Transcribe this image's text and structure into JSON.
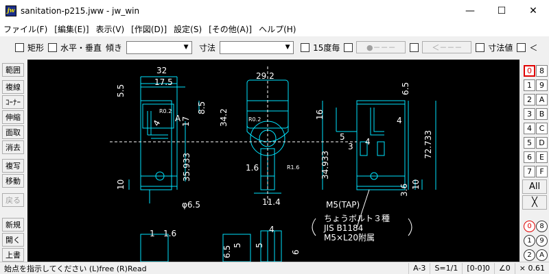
{
  "window": {
    "title": "sanitation-p215.jww - jw_win",
    "icon_text": "jw",
    "controls": {
      "minimize": "—",
      "maximize": "☐",
      "close": "✕"
    }
  },
  "menu": [
    "ファイル(F)",
    "[編集(E)]",
    "表示(V)",
    "[作図(D)]",
    "設定(S)",
    "[その他(A)]",
    "ヘルプ(H)"
  ],
  "toolbar": {
    "rect_label": "矩形",
    "hv_label": "水平・垂直",
    "tilt_label": "傾き",
    "dim_label": "寸法",
    "deg15_label": "15度毎",
    "disabled_btn1": "●－－－",
    "disabled_btn2": "＜－－－",
    "dimval_label": "寸法値",
    "lt_label": "＜"
  },
  "left_tools": [
    {
      "label": "範囲",
      "disabled": false
    },
    {
      "label": "複線",
      "disabled": false
    },
    {
      "label": "ｺｰﾅｰ",
      "disabled": false
    },
    {
      "label": "伸縮",
      "disabled": false
    },
    {
      "label": "面取",
      "disabled": false
    },
    {
      "label": "消去",
      "disabled": false
    },
    {
      "label": "複写",
      "disabled": false
    },
    {
      "label": "移動",
      "disabled": false
    },
    {
      "label": "戻る",
      "disabled": true
    },
    {
      "label": "新規",
      "disabled": false
    },
    {
      "label": "開く",
      "disabled": false
    },
    {
      "label": "上書",
      "disabled": false
    }
  ],
  "layer_groups": [
    [
      "0",
      "8"
    ],
    [
      "1",
      "9"
    ],
    [
      "2",
      "A"
    ],
    [
      "3",
      "B"
    ],
    [
      "4",
      "C"
    ],
    [
      "5",
      "D"
    ],
    [
      "6",
      "E"
    ],
    [
      "7",
      "F"
    ]
  ],
  "right_all": "All",
  "right_x": "╳",
  "layers": [
    [
      "0",
      "8"
    ],
    [
      "1",
      "9"
    ],
    [
      "2",
      "A"
    ]
  ],
  "drawing": {
    "dims": [
      "32",
      "17.5",
      "5.5",
      "R0.2",
      "8.5",
      "17",
      "4",
      "A",
      "35.933",
      "10",
      "φ6.5",
      "29.2",
      "34.2",
      "R0.2",
      "16",
      "1.6",
      "R1.6",
      "34.933",
      "11.4",
      "6.5",
      "4",
      "5",
      "3",
      "4",
      "72.733",
      "3.6",
      "10",
      "1",
      "1.6",
      "4",
      "6.5",
      "5",
      "5",
      "6"
    ],
    "note_lines": [
      "M5(TAP)",
      "ちょうボルト３種",
      "JIS B1184",
      "M5×L20附属"
    ]
  },
  "status": {
    "message": "始点を指示してください (L)free (R)Read",
    "paper": "A-3",
    "scale": "S=1/1",
    "layer": "[0-0]0",
    "angle": "∠0",
    "zoom": "× 0.61"
  }
}
